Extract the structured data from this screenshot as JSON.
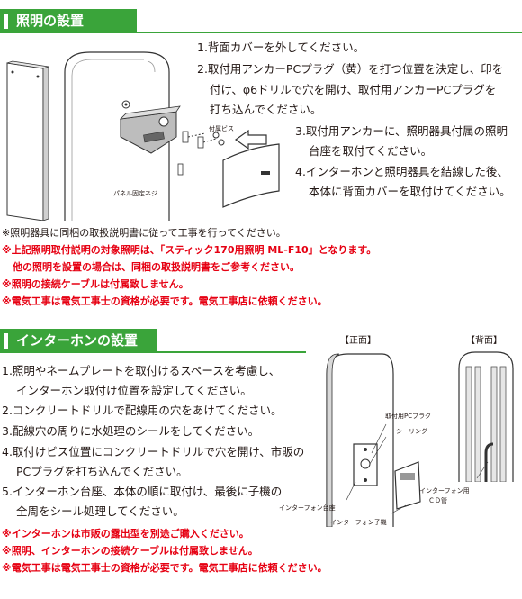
{
  "section1": {
    "title": "照明の設置",
    "steps": [
      "1.背面カバーを外してください。",
      "2.取付用アンカーPCプラグ（黄）を打つ位置を決定し、印を",
      "付け、φ6ドリルで穴を開け、取付用アンカーPCプラグを",
      "打ち込んでください。",
      "3.取付用アンカーに、照明器具付属の照明",
      "台座を取付てください。",
      "4.インターホンと照明器具を結線した後、",
      "本体に背面カバーを取付けてください。"
    ],
    "labels": {
      "screw": "付属ビス",
      "panel_screw": "パネル固定ネジ"
    },
    "notes": [
      {
        "text": "※照明器具に同梱の取扱説明書に従って工事を行ってください。",
        "style": "normal"
      },
      {
        "text": "※上記照明取付説明の対象照明は、「スティック170用照明 ML-F10」となります。",
        "style": "red"
      },
      {
        "text": "他の照明を設置の場合は、同梱の取扱説明書をご参考ください。",
        "style": "red"
      },
      {
        "text": "※照明の接続ケーブルは付属致しません。",
        "style": "red"
      },
      {
        "text": "※電気工事は電気工事士の資格が必要です。電気工事店に依頼ください。",
        "style": "red"
      }
    ]
  },
  "section2": {
    "title": "インターホンの設置",
    "steps": [
      "1.照明やネームプレートを取付けるスペースを考慮し、",
      "インターホン取付け位置を設定してください。",
      "2.コンクリートドリルで配線用の穴をあけてください。",
      "3.配線穴の周りに水処理のシールをしてください。",
      "4.取付けビス位置にコンクリートドリルで穴を開け、市販の",
      "PCプラグを打ち込んでください。",
      "5.インターホン台座、本体の順に取付け、最後に子機の",
      "全周をシール処理してください。"
    ],
    "front_label": "【正面】",
    "back_label": "【背面】",
    "labels": {
      "pc_plug": "取付用PCプラグ",
      "sealing": "シーリング",
      "base": "インターフォン台座",
      "handset": "インターフォン子機",
      "cd_pipe_1": "インターフォン用",
      "cd_pipe_2": "ＣＤ管"
    },
    "notes": [
      "※インターホンは市販の露出型を別途ご購入ください。",
      "※照明、インターホンの接続ケーブルは付属致しません。",
      "※電気工事は電気工事士の資格が必要です。電気工事店に依頼ください。"
    ]
  }
}
